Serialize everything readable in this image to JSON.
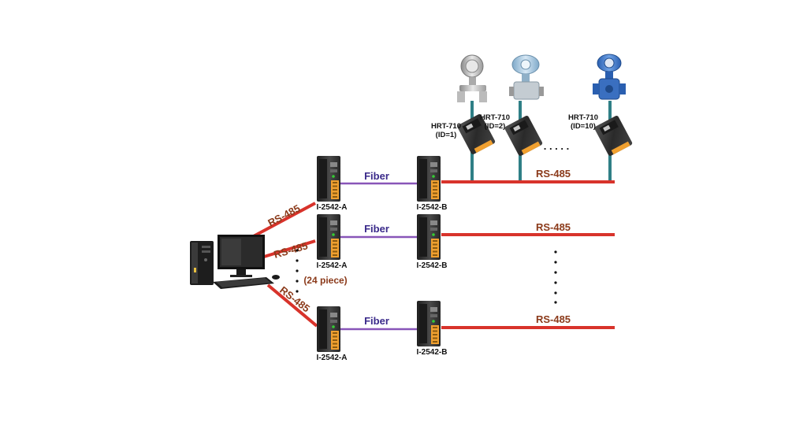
{
  "colors": {
    "rs485_line": "#d8332b",
    "fiber_line": "#8855b8",
    "rs485_text": "#8b3a1a",
    "fiber_text": "#3a2a8a",
    "hart_pipe": "#2f7f86",
    "device_body": "#2d2d2d",
    "terminal": "#f0a030"
  },
  "rows": [
    {
      "left_device": "I-2542-A",
      "fiber_label": "Fiber",
      "right_device": "I-2542-B",
      "bus_label": "RS-485",
      "link_label": "RS-485"
    },
    {
      "left_device": "I-2542-A",
      "fiber_label": "Fiber",
      "right_device": "I-2542-B",
      "bus_label": "RS-485",
      "link_label": "RS-485"
    },
    {
      "left_device": "I-2542-A",
      "fiber_label": "Fiber",
      "right_device": "I-2542-B",
      "bus_label": "RS-485",
      "link_label": "RS-485"
    }
  ],
  "piece_note": "(24 piece)",
  "hart_modules": [
    {
      "name": "HRT-710",
      "id": "(ID=1)",
      "transmitter_icon": "pressure-transmitter-icon"
    },
    {
      "name": "HRT-710",
      "id": "(ID=2)",
      "transmitter_icon": "differential-pressure-transmitter-icon"
    },
    {
      "name": "HRT-710",
      "id": "(ID=10)",
      "transmitter_icon": "flow-transmitter-icon"
    }
  ],
  "hart_ellipsis": ". . . . .",
  "icons": {
    "computer": "desktop-computer-icon",
    "converter": "fiber-converter-icon",
    "hart_module": "hart-gateway-icon"
  }
}
